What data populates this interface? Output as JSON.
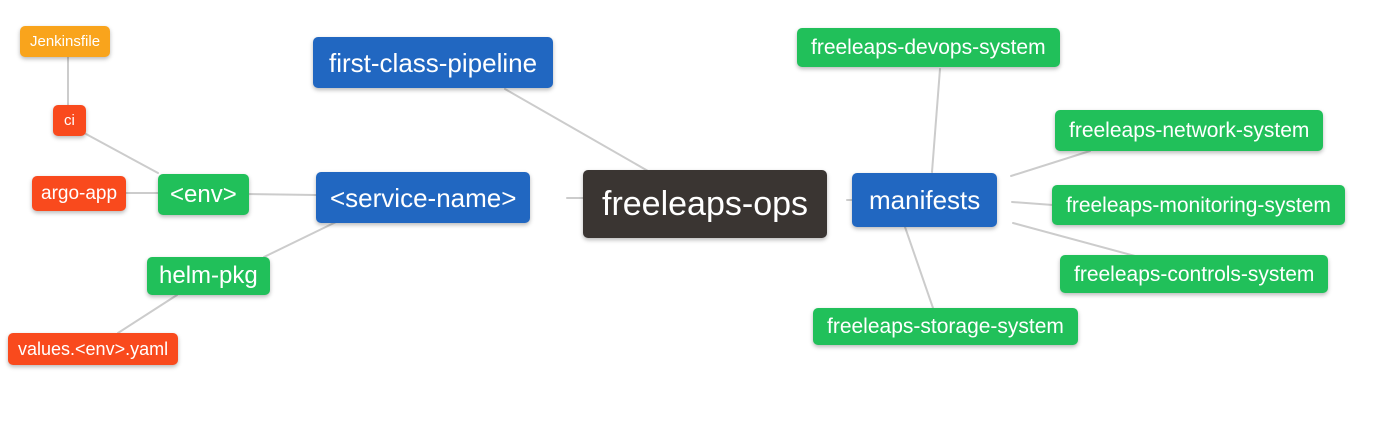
{
  "app": {
    "type": "mindmap-diagram",
    "background": "#ffffff"
  },
  "colors": {
    "blue_node": "#2167c1",
    "green_node": "#21c05a",
    "red_node": "#f94a1d",
    "orange_node": "#f9a41c",
    "dark_node": "#3a3532",
    "edge_line": "#cccccc",
    "node_text": "#ffffff"
  },
  "nodes": [
    {
      "id": "jenkinsfile",
      "label": "Jenkinsfile",
      "color": "orange"
    },
    {
      "id": "ci",
      "label": "ci",
      "color": "red"
    },
    {
      "id": "argo-app",
      "label": "argo-app",
      "color": "red"
    },
    {
      "id": "env",
      "label": "<env>",
      "color": "green"
    },
    {
      "id": "helm-pkg",
      "label": "helm-pkg",
      "color": "green"
    },
    {
      "id": "values-env-yaml",
      "label": "values.<env>.yaml",
      "color": "red"
    },
    {
      "id": "first-class-pipeline",
      "label": "first-class-pipeline",
      "color": "blue"
    },
    {
      "id": "service-name",
      "label": "<service-name>",
      "color": "blue"
    },
    {
      "id": "freeleaps-ops",
      "label": "freeleaps-ops",
      "color": "dark"
    },
    {
      "id": "manifests",
      "label": "manifests",
      "color": "blue"
    },
    {
      "id": "freeleaps-devops-system",
      "label": "freeleaps-devops-system",
      "color": "green"
    },
    {
      "id": "freeleaps-network-system",
      "label": "freeleaps-network-system",
      "color": "green"
    },
    {
      "id": "freeleaps-monitoring-system",
      "label": "freeleaps-monitoring-system",
      "color": "green"
    },
    {
      "id": "freeleaps-controls-system",
      "label": "freeleaps-controls-system",
      "color": "green"
    },
    {
      "id": "freeleaps-storage-system",
      "label": "freeleaps-storage-system",
      "color": "green"
    }
  ],
  "edges": [
    {
      "from": "jenkinsfile",
      "to": "ci"
    },
    {
      "from": "ci",
      "to": "env"
    },
    {
      "from": "argo-app",
      "to": "env"
    },
    {
      "from": "env",
      "to": "service-name"
    },
    {
      "from": "helm-pkg",
      "to": "service-name"
    },
    {
      "from": "values-env-yaml",
      "to": "helm-pkg"
    },
    {
      "from": "first-class-pipeline",
      "to": "freeleaps-ops"
    },
    {
      "from": "service-name",
      "to": "freeleaps-ops"
    },
    {
      "from": "freeleaps-ops",
      "to": "manifests"
    },
    {
      "from": "manifests",
      "to": "freeleaps-devops-system"
    },
    {
      "from": "manifests",
      "to": "freeleaps-network-system"
    },
    {
      "from": "manifests",
      "to": "freeleaps-monitoring-system"
    },
    {
      "from": "manifests",
      "to": "freeleaps-controls-system"
    },
    {
      "from": "manifests",
      "to": "freeleaps-storage-system"
    }
  ]
}
